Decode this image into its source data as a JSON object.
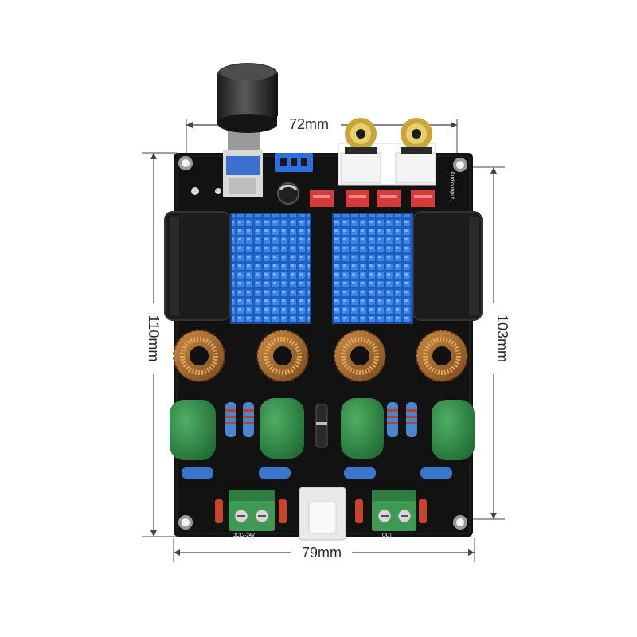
{
  "photo": {
    "dimensions": {
      "top_width": "72mm",
      "bottom_width": "79mm",
      "left_height": "110mm",
      "right_height": "103mm"
    },
    "silkscreen": {
      "audio_input": "Audio input",
      "dc_input": "DC12-24V",
      "output": "OUT"
    },
    "colors": {
      "pcb": "#121212",
      "heatsink": "#2f74d8",
      "capacitor": "#2f8a45",
      "terminal": "#3c9a52"
    }
  }
}
